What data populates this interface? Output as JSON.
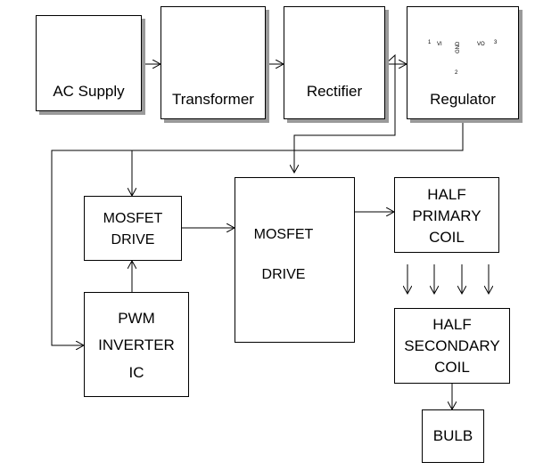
{
  "blocks": {
    "ac_supply": "AC Supply",
    "transformer": "Transformer",
    "rectifier": "Rectifier",
    "regulator": "Regulator",
    "mosfet_drive_small_1": "MOSFET",
    "mosfet_drive_small_2": "DRIVE",
    "mosfet_drive_large_1": "MOSFET",
    "mosfet_drive_large_2": "DRIVE",
    "pwm_1": "PWM",
    "pwm_2": "INVERTER",
    "pwm_3": "IC",
    "half_primary_1": "HALF",
    "half_primary_2": "PRIMARY",
    "half_primary_3": "COIL",
    "half_secondary_1": "HALF",
    "half_secondary_2": "SECONDARY",
    "half_secondary_3": "COIL",
    "bulb": "BULB"
  },
  "regulator_chip": {
    "pin1": "1",
    "vi": "VI",
    "vo": "VO",
    "pin3": "3",
    "gnd": "GND",
    "pin2": "2"
  }
}
